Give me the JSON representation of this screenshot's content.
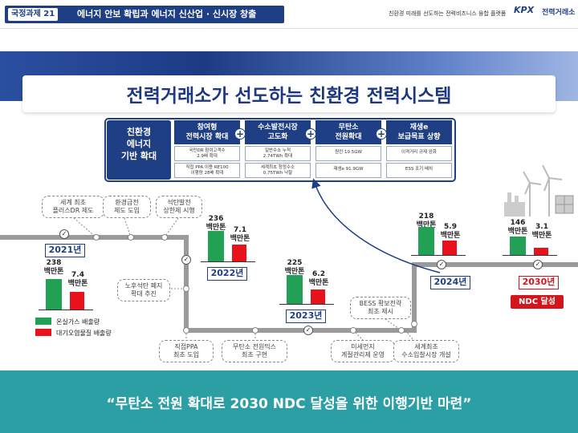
{
  "header": {
    "task_tag": "국정과제 21",
    "task_title": "에너지 안보 확립과 에너지 신산업 · 신시장 창출",
    "slogan": "친환경 미래를 선도하는 전력비즈니스 융합 플랫폼",
    "logo_text": "KPX",
    "org_name": "전력거래소"
  },
  "banner": {
    "title": "전력거래소가 선도하는 친환경 전력시스템"
  },
  "policy": {
    "left_label": [
      "친환경",
      "에너지",
      "기반 확대"
    ],
    "columns": [
      {
        "head": [
          "참여형",
          "전력시장 확대"
        ],
        "cells": [
          [
            "국민DR 참여고객수",
            "2.9배 확대"
          ],
          [
            "직접 PPA 이용 RE100",
            "이행량 28배 확대"
          ]
        ]
      },
      {
        "head": [
          "수소발전시장",
          "고도화"
        ],
        "cells": [
          [
            "일반수소 누적",
            "2.74TWh 확대"
          ],
          [
            "세계최초 청정수소",
            "0.75TWh 낙찰"
          ]
        ]
      },
      {
        "head": [
          "무탄소",
          "전원확대"
        ],
        "cells": [
          [
            "원전 10.5GW"
          ],
          [
            "재생e 91.9GW"
          ]
        ]
      },
      {
        "head": [
          "재생e",
          "보급목표 상향"
        ],
        "cells": [
          [
            "이격거리 규제 완화"
          ],
          [
            "ESS 조기 배치"
          ]
        ]
      }
    ]
  },
  "roadmap": {
    "notes_top": [
      [
        "세계 최초",
        "플러스DR 제도"
      ],
      [
        "환경급전",
        "제도 도입"
      ],
      [
        "석탄발전",
        "상한제 시행"
      ]
    ],
    "note_left": [
      "노후석탄 폐지",
      "확대 추진"
    ],
    "note_bess": [
      "BESS 확보전략",
      "최초 제시"
    ],
    "notes_bottom": [
      [
        "직접PPA",
        "최초 도입"
      ],
      [
        "무탄소 전원믹스",
        "최초 구현"
      ],
      [
        "미세먼지",
        "계절관리제 운영"
      ],
      [
        "세계최초",
        "수소입찰시장 개설"
      ]
    ],
    "unit": "백만톤",
    "legend": {
      "ghg": "온실가스 배출량",
      "air": "대기오염물질 배출량"
    },
    "ndc_label": "NDC 달성",
    "years": [
      {
        "year": "2021년",
        "ghg": 238,
        "air": 7.4
      },
      {
        "year": "2022년",
        "ghg": 236,
        "air": 7.1
      },
      {
        "year": "2023년",
        "ghg": 225,
        "air": 6.2
      },
      {
        "year": "2024년",
        "ghg": 218,
        "air": 5.9
      },
      {
        "year": "2030년",
        "ghg": 146,
        "air": 3.1
      }
    ],
    "colors": {
      "ghg": "#22a055",
      "air": "#e8121b",
      "road": "#9a9a9a",
      "primary": "#1f3f85",
      "accent": "#d3161b"
    }
  },
  "footer": {
    "slogan": "“무탄소 전원 확대로 2030 NDC 달성을 위한 이행기반 마련”"
  }
}
